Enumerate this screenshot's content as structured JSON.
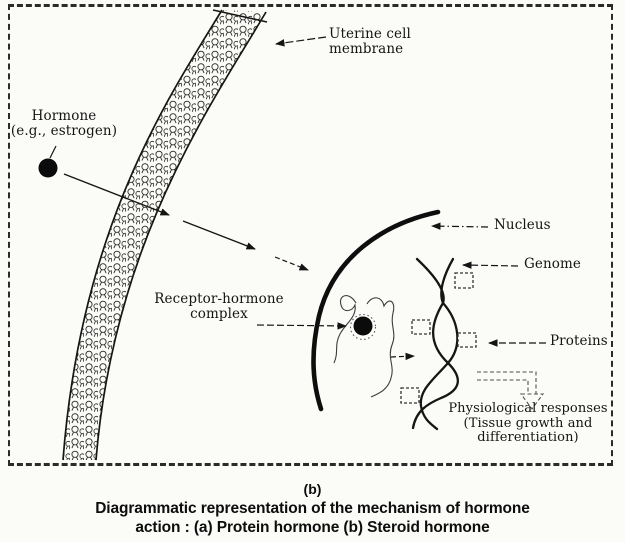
{
  "colors": {
    "ink": "#1a1a1a",
    "paper": "#fbfbf8",
    "light_ink": "#4a4a4a"
  },
  "diagram": {
    "labels": {
      "hormone": "Hormone\n(e.g., estrogen)",
      "uterine_cell_membrane": "Uterine cell\nmembrane",
      "nucleus": "Nucleus",
      "genome": "Genome",
      "receptor_hormone_complex": "Receptor-hormone\ncomplex",
      "proteins": "Proteins",
      "physiological_responses": "Physiological responses\n(Tissue growth and\ndifferentiation)"
    }
  },
  "caption": {
    "marker": "(b)",
    "line1": "Diagrammatic representation of the mechanism of hormone",
    "line2": "action : (a) Protein hormone (b) Steroid hormone"
  }
}
